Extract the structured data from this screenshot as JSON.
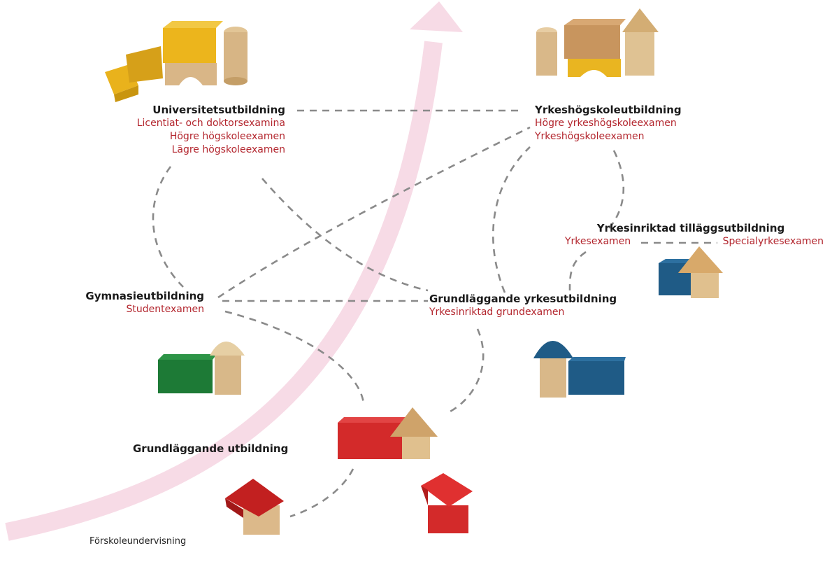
{
  "levels": {
    "university": {
      "title": "Universitetsutbildning",
      "degrees": [
        "Licentiat- och doktorsexamina",
        "Högre högskoleexamen",
        "Lägre högskoleexamen"
      ]
    },
    "higher_vocational": {
      "title": "Yrkeshögskoleutbildning",
      "degrees": [
        "Högre yrkeshögskoleexamen",
        "Yrkeshögskoleexamen"
      ]
    },
    "further_vocational": {
      "title": "Yrkesinriktad tilläggsutbildning",
      "degrees": [
        "Yrkesexamen",
        "Specialyrkesexamen"
      ]
    },
    "upper_secondary": {
      "title": "Gymnasieutbildning",
      "degrees": [
        "Studentexamen"
      ]
    },
    "vocational_upper_secondary": {
      "title": "Grundläggande yrkesutbildning",
      "degrees": [
        "Yrkesinriktad grundexamen"
      ]
    },
    "basic": {
      "title": "Grundläggande utbildning"
    },
    "preschool": {
      "title": "Förskoleundervisning"
    }
  },
  "colors": {
    "arrow": "#f7dbe6",
    "dash": "#8a8a8a",
    "degree_text": "#b3262e",
    "title_text": "#1a1a1a",
    "block_yellow": "#e9b21c",
    "block_wood": "#d7b585",
    "block_green": "#1d7a36",
    "block_blue": "#1f5b86",
    "block_red": "#d32a2a"
  }
}
